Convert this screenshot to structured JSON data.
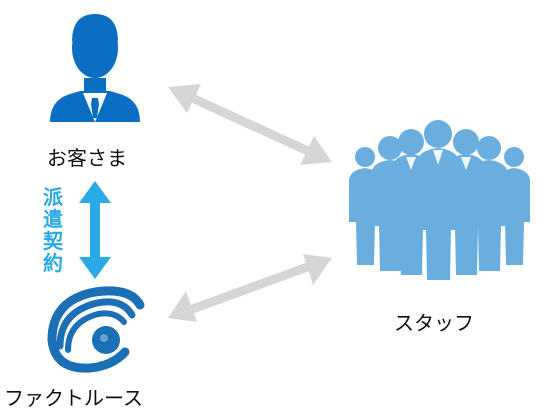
{
  "nodes": {
    "customer": {
      "label": "お客さま",
      "icon": "businessman-icon"
    },
    "staff": {
      "label": "スタッフ",
      "icon": "staff-group-icon"
    },
    "company": {
      "label": "ファクトルース",
      "icon": "company-logo-icon"
    }
  },
  "links": {
    "contract": {
      "chars": [
        "派",
        "遣",
        "契",
        "約"
      ]
    }
  },
  "colors": {
    "customer": "#0a6fc2",
    "staff": "#6aaee0",
    "logo": "#1a6fb5",
    "contract_arrow": "#29a9e6",
    "contract_text": "#29a9e6",
    "gray_arrow": "#d6d6d6"
  }
}
